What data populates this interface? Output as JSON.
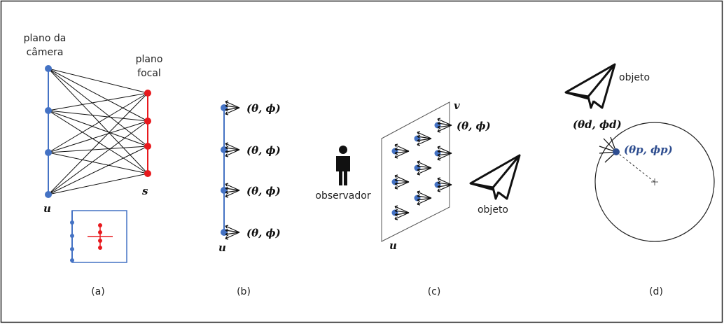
{
  "panel_a": {
    "camera_plane_line1": "plano da",
    "camera_plane_line2": "câmera",
    "focal_plane_line1": "plano",
    "focal_plane_line2": "focal",
    "axis_u": "u",
    "axis_s": "s",
    "caption": "(a)",
    "camera_color": "#4472c4",
    "focal_color": "#e8191d"
  },
  "panel_b": {
    "angle_label": "(θ, ϕ)",
    "axis_u": "u",
    "caption": "(b)"
  },
  "panel_c": {
    "angle_label": "(θ, ϕ)",
    "axis_v": "v",
    "axis_u": "u",
    "observer": "observador",
    "object": "objeto",
    "caption": "(c)"
  },
  "panel_d": {
    "object": "objeto",
    "angle_d": "(θd, ϕd)",
    "angle_p": "(θp, ϕp)",
    "caption": "(d)",
    "point_color": "#2e4d8f"
  }
}
